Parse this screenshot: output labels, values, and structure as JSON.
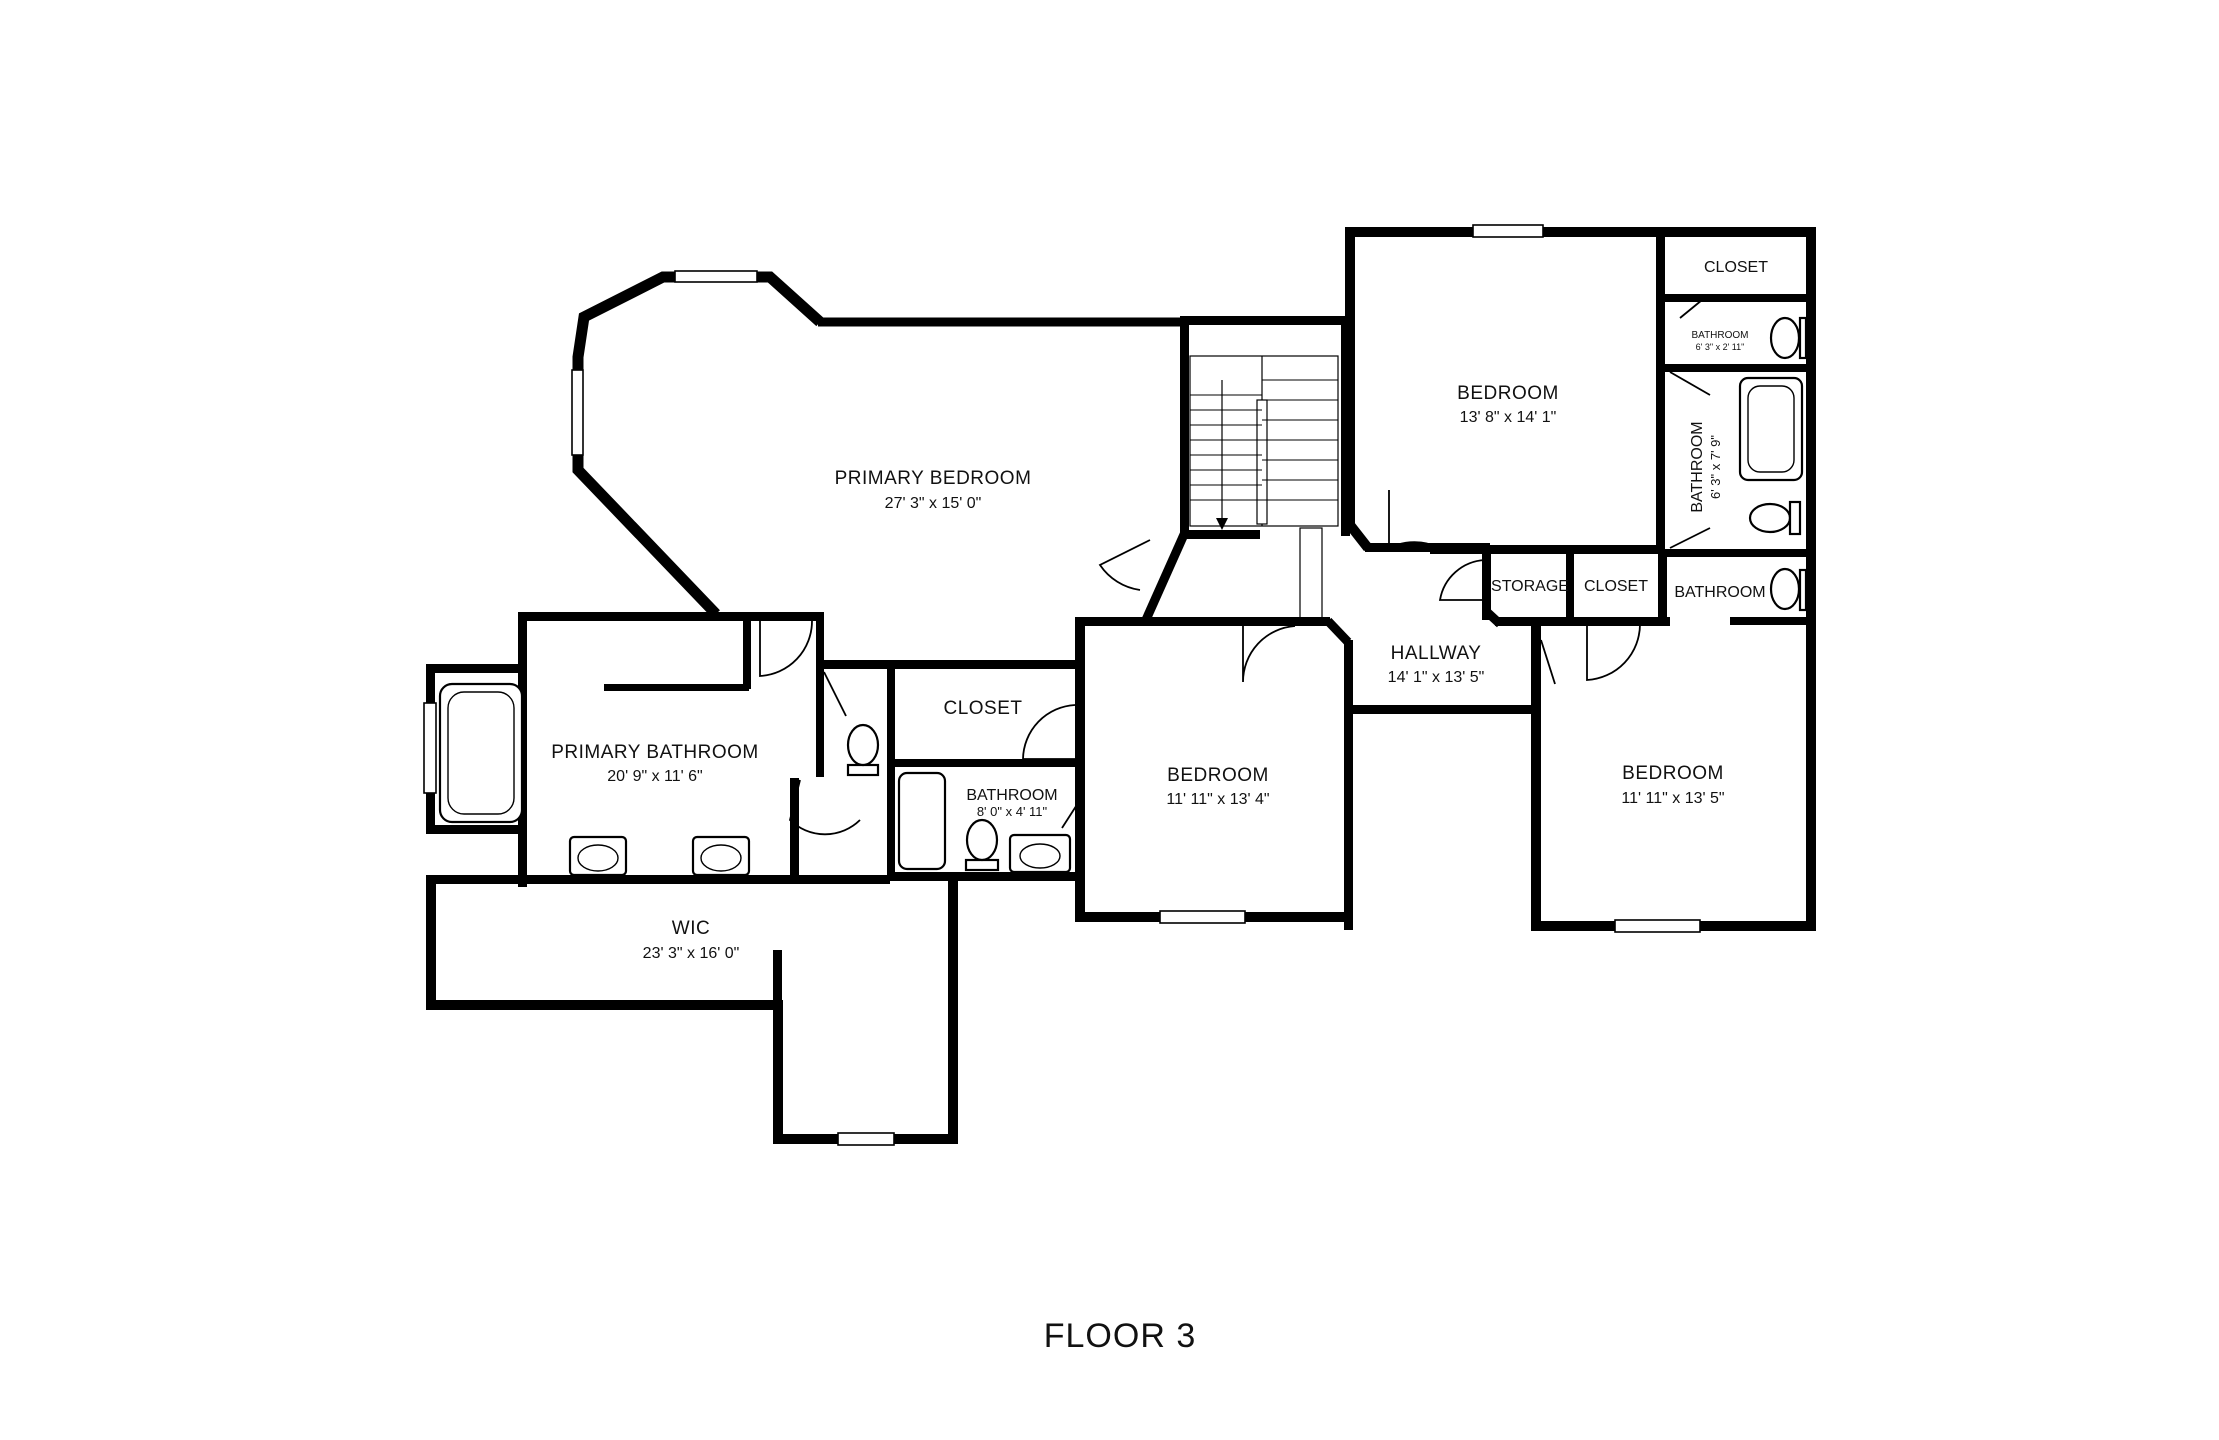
{
  "floor_label": "FLOOR 3",
  "rooms": {
    "primary_bedroom": {
      "name": "PRIMARY BEDROOM",
      "dims": "27' 3\" x 15' 0\""
    },
    "primary_bathroom": {
      "name": "PRIMARY BATHROOM",
      "dims": "20' 9\" x 11' 6\""
    },
    "wic": {
      "name": "WIC",
      "dims": "23' 3\" x 16' 0\""
    },
    "closet_center": {
      "name": "CLOSET"
    },
    "bathroom_small": {
      "name": "BATHROOM",
      "dims": "8' 0\" x 4' 11\""
    },
    "bedroom_center": {
      "name": "BEDROOM",
      "dims": "11' 11\" x 13' 4\""
    },
    "hallway": {
      "name": "HALLWAY",
      "dims": "14' 1\" x 13' 5\""
    },
    "bedroom_top": {
      "name": "BEDROOM",
      "dims": "13' 8\" x 14' 1\""
    },
    "closet_top_right": {
      "name": "CLOSET"
    },
    "bathroom_tiny": {
      "name": "BATHROOM",
      "dims": "6' 3\" x 2' 11\""
    },
    "bathroom_vertical": {
      "name": "BATHROOM",
      "dims": "6' 3\" x 7' 9\""
    },
    "storage": {
      "name": "STORAGE"
    },
    "closet_hall": {
      "name": "CLOSET"
    },
    "bathroom_right": {
      "name": "BATHROOM"
    },
    "bedroom_right": {
      "name": "BEDROOM",
      "dims": "11' 11\" x 13' 5\""
    }
  }
}
